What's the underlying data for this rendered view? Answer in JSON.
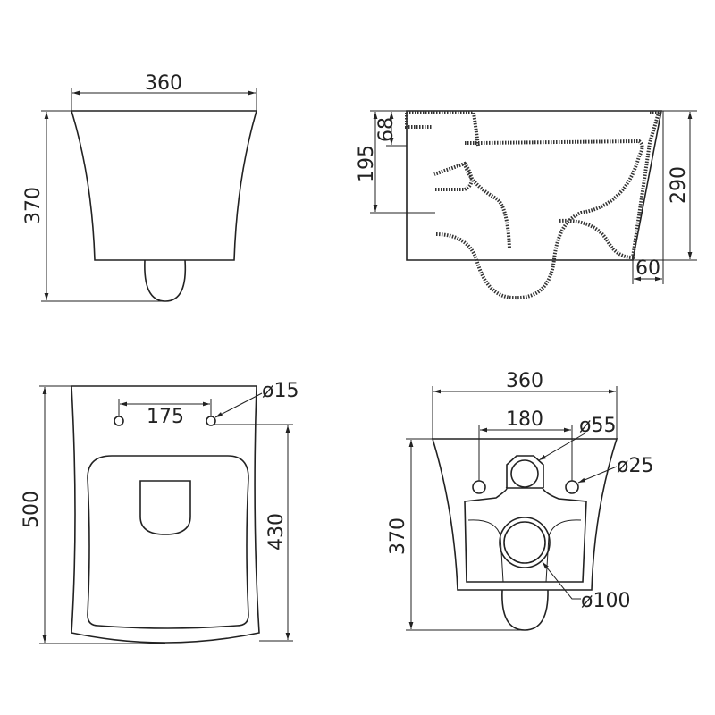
{
  "views": {
    "front": {
      "width": "360",
      "height": "370"
    },
    "side": {
      "inlet_height": "68",
      "outlet_height": "195",
      "total_height": "290",
      "rear_offset": "60"
    },
    "top": {
      "bolt_spacing": "175",
      "bolt_diameter": "ø15",
      "length": "500",
      "seat_length": "430"
    },
    "rear": {
      "width": "360",
      "bolt_spacing": "180",
      "inlet_diameter": "ø55",
      "bolt_diameter": "ø25",
      "outlet_diameter": "ø100",
      "height": "370"
    }
  },
  "colors": {
    "line": "#222222",
    "background": "#ffffff"
  }
}
